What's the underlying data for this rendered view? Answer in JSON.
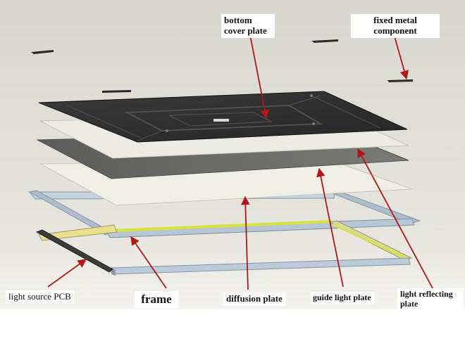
{
  "labels": {
    "bottom_cover_plate": "bottom cover plate",
    "fixed_metal_component": "fixed metal component",
    "light_source_pcb": "light source PCB",
    "frame": "frame",
    "diffusion_plate": "diffusion plate",
    "guide_light_plate": "guide light plate",
    "light_reflecting_plate": "light reflecting plate"
  },
  "colors": {
    "arrow": "#b01818",
    "background_top": "#dcdcd3",
    "background_bottom": "#efeee9",
    "cover_plate": "#2e2e2e",
    "reflecting_plate": "#ecece2",
    "guide_plate": "#6e6e6c",
    "diffusion_plate": "#efefe6",
    "frame_metal": "#b9c8d6",
    "led_strip": "#e2df7a"
  }
}
